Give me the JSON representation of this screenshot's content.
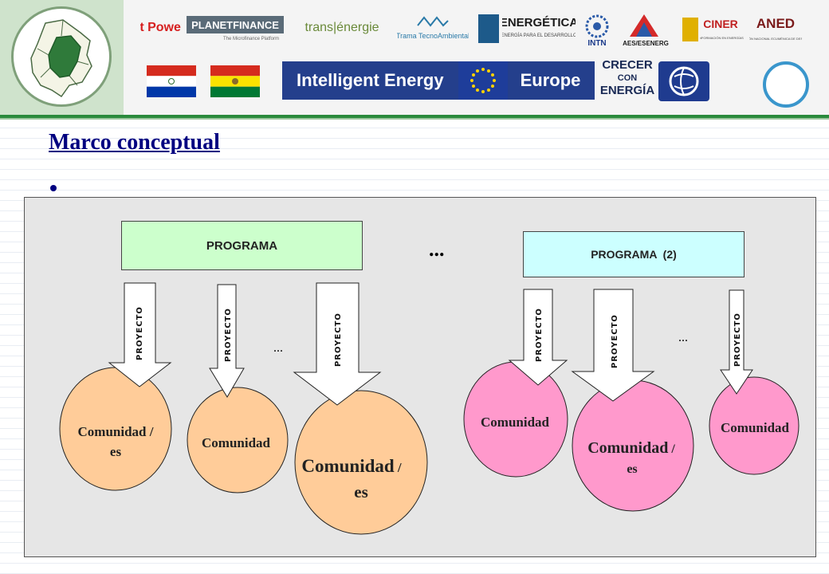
{
  "header": {
    "logos": {
      "itpower": "it Power",
      "planetfinance": "PLANETFINANCE",
      "planetfinance_sub": "The Microfinance Platform",
      "trans": "trans|énergie",
      "trama": "Trama TecnoAmbiental",
      "energetica": "ENERGÉTICA",
      "energetica_sub": "ENERGÍA PARA EL DESARROLLO",
      "intn": "INTN",
      "aes": "AES/ESENERG",
      "ciner": "CINER",
      "ciner_sub": "CENTRO DE INFORMACIÓN EN ENERGÍAS RENOVABLES",
      "aned": "ANED",
      "aned_sub": "ASOCIACIÓN NACIONAL ECUMÉNICA DE DESARROLLO"
    },
    "banner": {
      "left": "Intelligent Energy",
      "right": "Europe"
    },
    "crecer": [
      "CRECER",
      "CON",
      "ENERGÍA"
    ],
    "colors": {
      "rule": "#2a8a3c",
      "banner": "#243f8c"
    }
  },
  "title": "Marco conceptual",
  "diagram": {
    "program1": "PROGRAMA",
    "program2": "PROGRAMA  (2)",
    "between_ellipsis": "...",
    "project_label": "PROYECTO",
    "ellipsis_small": "...",
    "communities": {
      "c1_line1": "Comunidad /",
      "c1_line2": "es",
      "c2": "Comunidad",
      "c3_line1": "Comunidad",
      "c3_slash": " /",
      "c3_line2": "es",
      "c4": "Comunidad",
      "c5_line1": "Comunidad",
      "c5_slash": " /",
      "c5_line2": "es",
      "c6": "Comunidad"
    },
    "colors": {
      "program1_fill": "#ccffcc",
      "program2_fill": "#ccffff",
      "group1_circle": "#ffcc99",
      "group2_circle": "#ff99cc",
      "panel": "#e6e6e6"
    }
  }
}
